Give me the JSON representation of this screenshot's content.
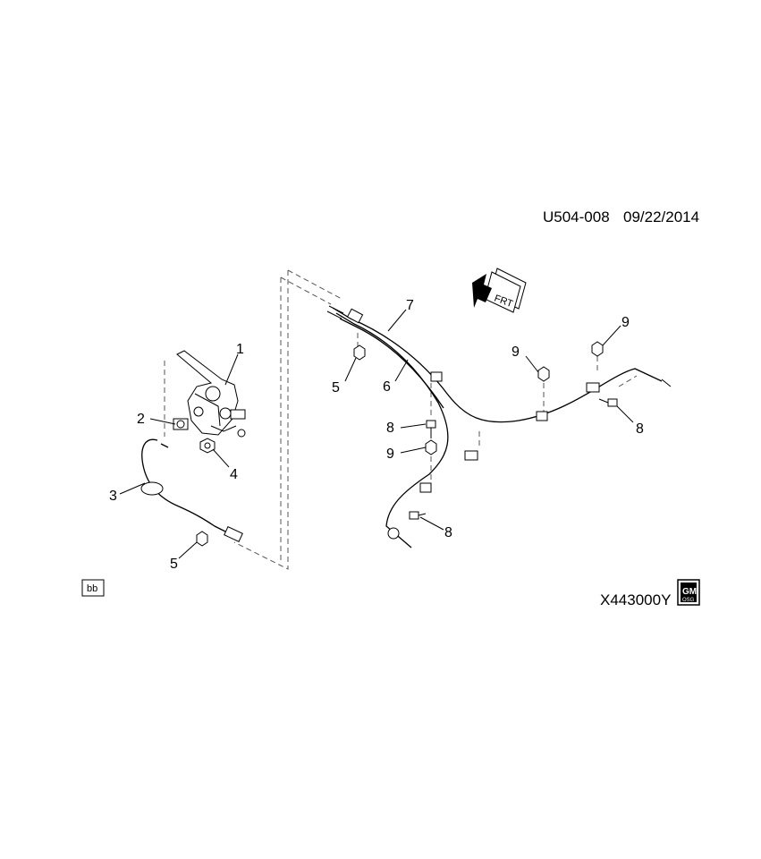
{
  "header": {
    "drawing_id": "U504-008",
    "date": "09/22/2014"
  },
  "direction_indicator": {
    "label": "FRT"
  },
  "callouts": [
    {
      "id": "c1",
      "label": "1"
    },
    {
      "id": "c2",
      "label": "2"
    },
    {
      "id": "c3",
      "label": "3"
    },
    {
      "id": "c4",
      "label": "4"
    },
    {
      "id": "c5a",
      "label": "5"
    },
    {
      "id": "c5b",
      "label": "5"
    },
    {
      "id": "c6",
      "label": "6"
    },
    {
      "id": "c7",
      "label": "7"
    },
    {
      "id": "c8a",
      "label": "8"
    },
    {
      "id": "c8b",
      "label": "8"
    },
    {
      "id": "c8c",
      "label": "8"
    },
    {
      "id": "c9a",
      "label": "9"
    },
    {
      "id": "c9b",
      "label": "9"
    },
    {
      "id": "c9c",
      "label": "9"
    }
  ],
  "footer": {
    "badge": "bb",
    "illustration_id": "X443000Y",
    "logo": {
      "text": "GM",
      "sub": "OSG"
    }
  }
}
